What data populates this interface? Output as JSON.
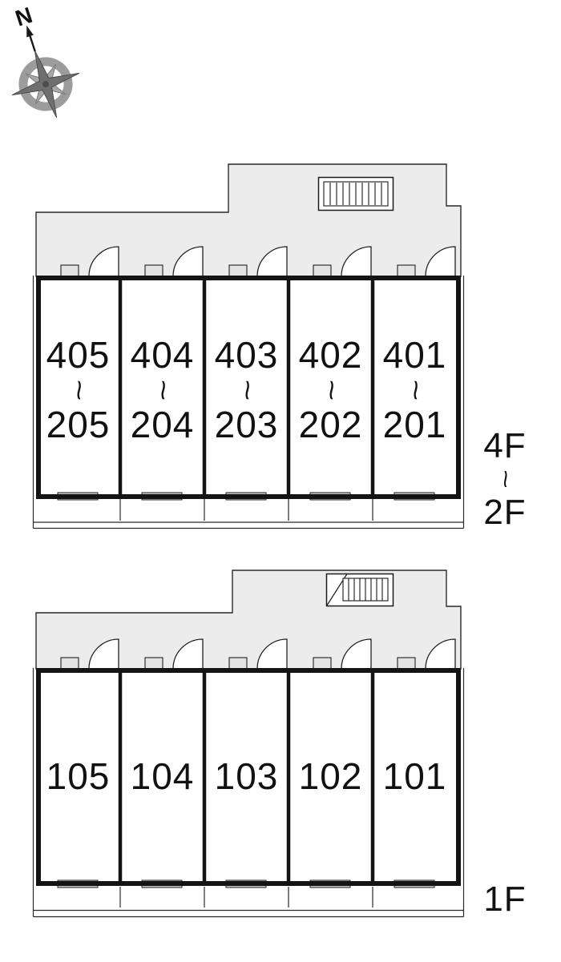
{
  "compass": {
    "north_label": "N"
  },
  "colors": {
    "corridor_fill": "#ececec",
    "wall": "#141414",
    "background": "#ffffff"
  },
  "upper_plan": {
    "floor_range": {
      "top": "4F",
      "separator": "~",
      "bottom": "2F"
    },
    "rooms": [
      {
        "upper_room": "405",
        "separator": "~",
        "lower_room": "205"
      },
      {
        "upper_room": "404",
        "separator": "~",
        "lower_room": "204"
      },
      {
        "upper_room": "403",
        "separator": "~",
        "lower_room": "203"
      },
      {
        "upper_room": "402",
        "separator": "~",
        "lower_room": "202"
      },
      {
        "upper_room": "401",
        "separator": "~",
        "lower_room": "201"
      }
    ]
  },
  "lower_plan": {
    "floor_label": "1F",
    "rooms": [
      {
        "label": "105"
      },
      {
        "label": "104"
      },
      {
        "label": "103"
      },
      {
        "label": "102"
      },
      {
        "label": "101"
      }
    ]
  }
}
